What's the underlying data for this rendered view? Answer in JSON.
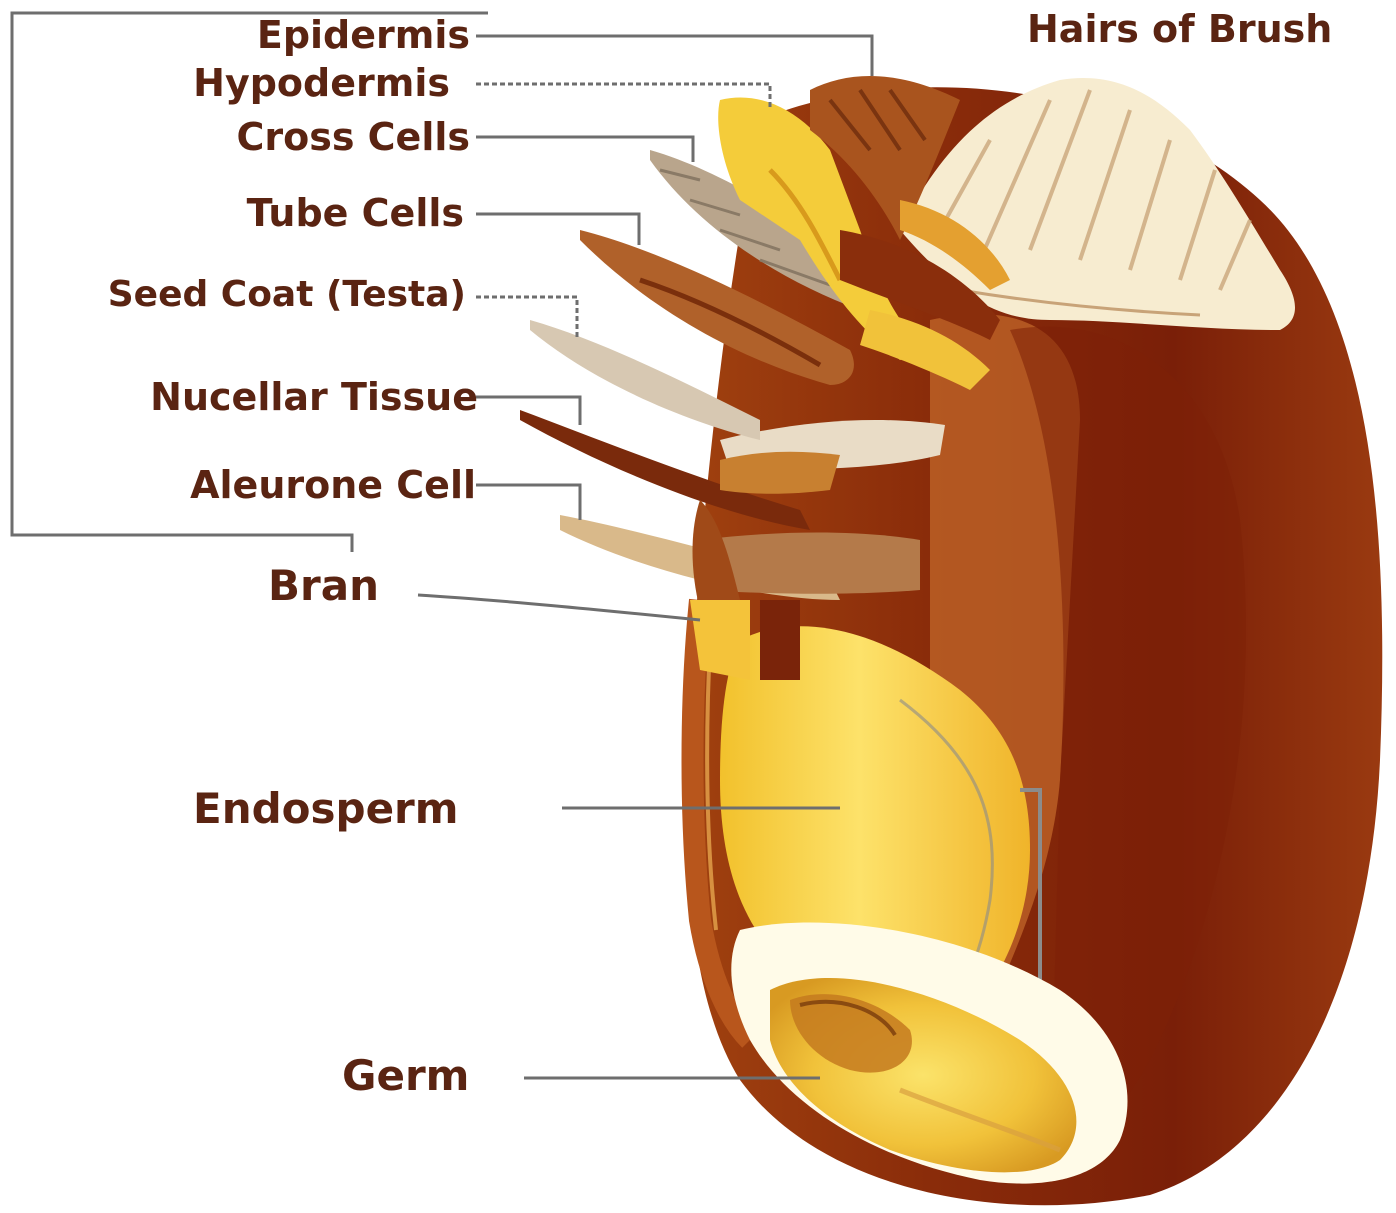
{
  "labels": {
    "hairs_of_brush": "Hairs of Brush",
    "epidermis": "Epidermis",
    "hypodermis": "Hypodermis",
    "cross_cells": "Cross Cells",
    "tube_cells": "Tube Cells",
    "seed_coat": "Seed Coat (Testa)",
    "nucellar_tissue": "Nucellar Tissue",
    "aleurone_cell": "Aleurone Cell",
    "bran": "Bran",
    "endosperm": "Endosperm",
    "germ": "Germ"
  },
  "colors": {
    "label_text": "#5a2412",
    "leader_line": "#6e6e6e",
    "bran_dark": "#7a1f08",
    "bran_mid": "#9c3a10",
    "bran_light": "#c0702a",
    "endosperm": "#fbd84a",
    "endosperm_light": "#fdeb8a",
    "brush_hairs": "#f7ecd0",
    "germ_outline": "#fffbe8"
  }
}
